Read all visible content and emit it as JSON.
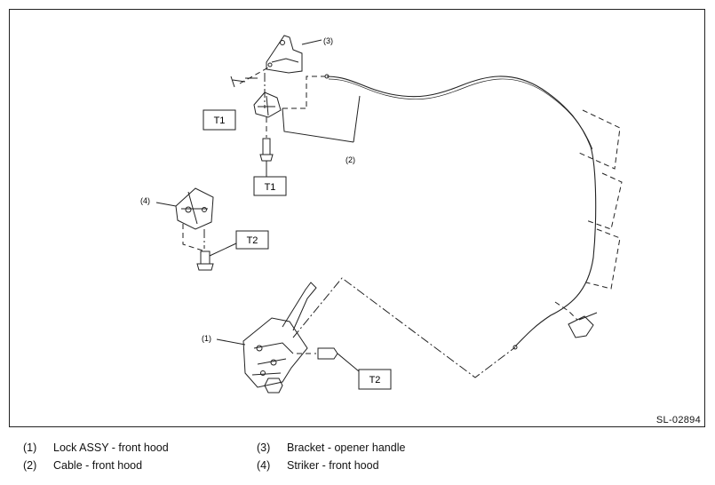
{
  "diagram": {
    "code": "SL-02894",
    "callouts": {
      "c1": "(1)",
      "c2": "(2)",
      "c3": "(3)",
      "c4": "(4)"
    },
    "torque_labels": {
      "t1a": "T1",
      "t1b": "T1",
      "t2a": "T2",
      "t2b": "T2"
    }
  },
  "legend": [
    {
      "num": "(1)",
      "text": "Lock ASSY - front hood"
    },
    {
      "num": "(2)",
      "text": "Cable - front hood"
    },
    {
      "num": "(3)",
      "text": "Bracket - opener handle"
    },
    {
      "num": "(4)",
      "text": "Striker - front hood"
    }
  ]
}
